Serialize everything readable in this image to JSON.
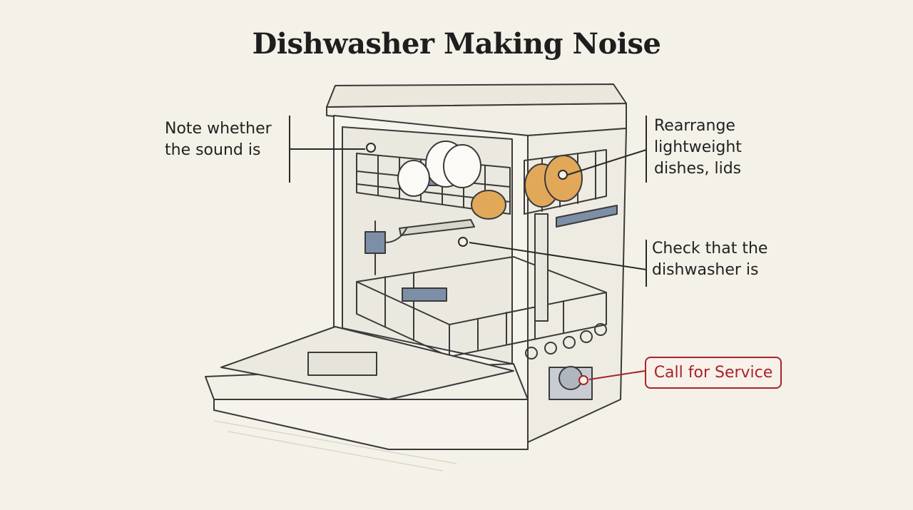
{
  "title": "Dishwasher Making Noise",
  "callouts": {
    "note_sound": "Note whether\nthe sound is",
    "rearrange": "Rearrange\nlightweight\ndishes, lids",
    "check_level": "Check that the\ndishwasher is",
    "service": "Call for Service"
  },
  "colors": {
    "background": "#f4f1e8",
    "ink": "#3a3a3a",
    "accent_red": "#a8232a",
    "dish_orange": "#e2a85a",
    "rack_blue": "#7d8fa6"
  }
}
